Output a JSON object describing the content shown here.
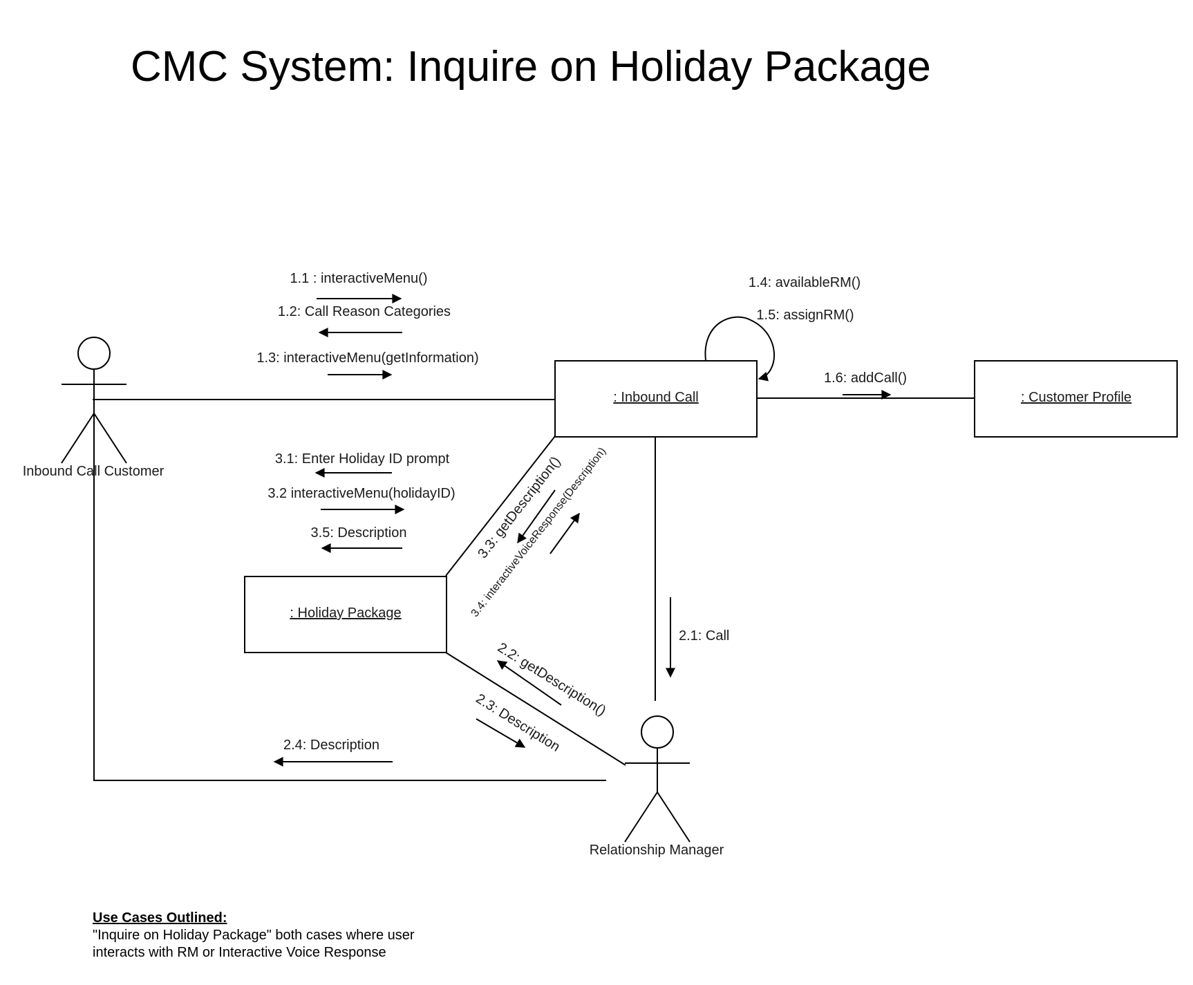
{
  "title": "CMC System: Inquire on Holiday Package",
  "objects": {
    "inbound_call": ": Inbound Call",
    "customer_profile": ": Customer Profile",
    "holiday_package": ": Holiday Package"
  },
  "actors": {
    "customer": "Inbound Call Customer",
    "rm": "Relationship Manager"
  },
  "messages": {
    "m1_1": "1.1 : interactiveMenu()",
    "m1_2": "1.2: Call Reason Categories",
    "m1_3": "1.3: interactiveMenu(getInformation)",
    "m1_4": "1.4: availableRM()",
    "m1_5": "1.5: assignRM()",
    "m1_6": "1.6: addCall()",
    "m2_1": "2.1: Call",
    "m2_2": "2.2: getDescription()",
    "m2_3": "2.3: Description",
    "m2_4": "2.4: Description",
    "m3_1": "3.1: Enter Holiday ID prompt",
    "m3_2": "3.2 interactiveMenu(holidayID)",
    "m3_3": "3.3: getDescription()",
    "m3_4": "3.4: interactiveVoiceResponse(Description)",
    "m3_5": "3.5: Description"
  },
  "notes": {
    "heading": "Use Cases Outlined:",
    "line1": "\"Inquire on Holiday Package\" both cases where user",
    "line2": "interacts with RM or Interactive Voice Response"
  }
}
